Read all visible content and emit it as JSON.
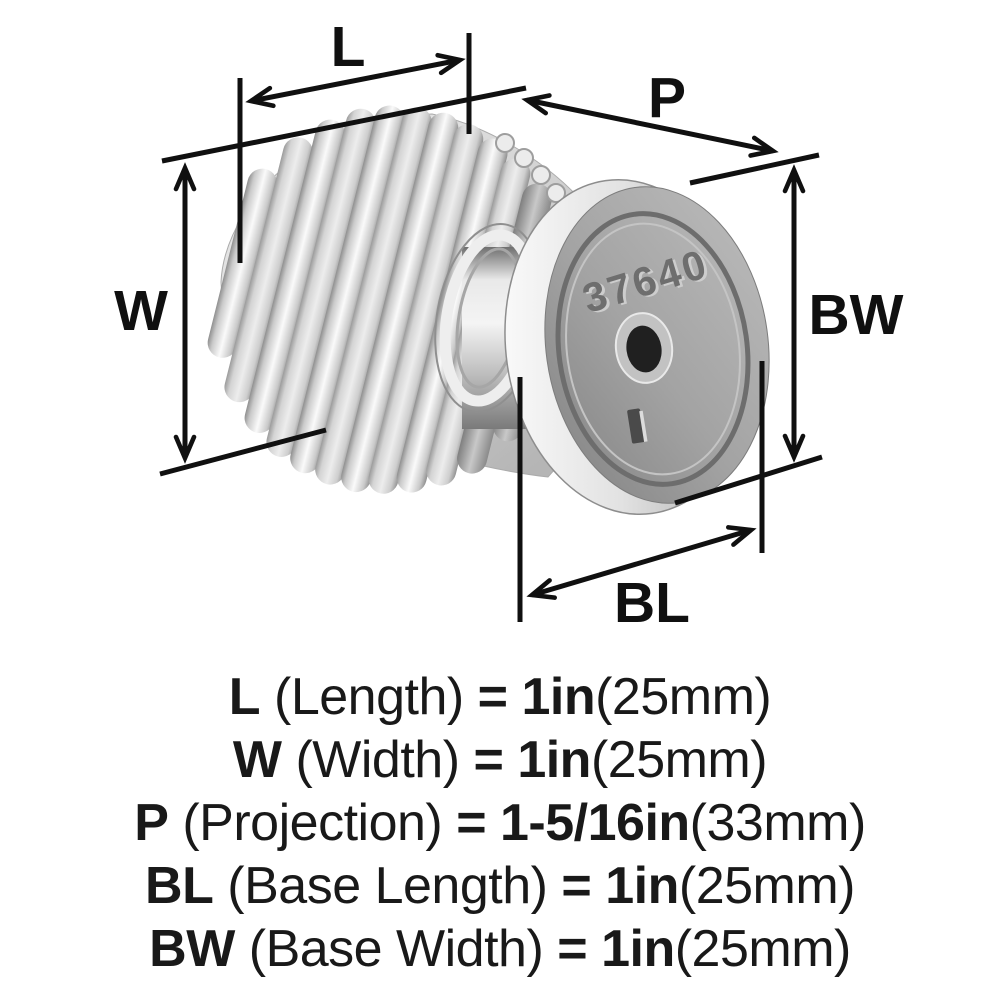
{
  "colors": {
    "background": "#ffffff",
    "line": "#101010",
    "metal_light": "#f7f7f7",
    "metal_mid": "#c6c6c6",
    "metal_dark": "#8d8d8d",
    "hole": "#202020"
  },
  "diagram": {
    "stamp": "37640",
    "labels": {
      "length": "L",
      "width": "W",
      "projection": "P",
      "base_length": "BL",
      "base_width": "BW"
    }
  },
  "specs": {
    "lines": [
      {
        "code": "L",
        "name": "(Length)",
        "equals": "=",
        "value": "1in",
        "metric": "(25mm)"
      },
      {
        "code": "W",
        "name": "(Width)",
        "equals": "=",
        "value": "1in",
        "metric": "(25mm)"
      },
      {
        "code": "P",
        "name": "(Projection)",
        "equals": "=",
        "value": "1-5/16in",
        "metric": "(33mm)"
      },
      {
        "code": "BL",
        "name": "(Base Length)",
        "equals": "=",
        "value": "1in",
        "metric": "(25mm)"
      },
      {
        "code": "BW",
        "name": "(Base Width)",
        "equals": "=",
        "value": "1in",
        "metric": "(25mm)"
      }
    ]
  }
}
